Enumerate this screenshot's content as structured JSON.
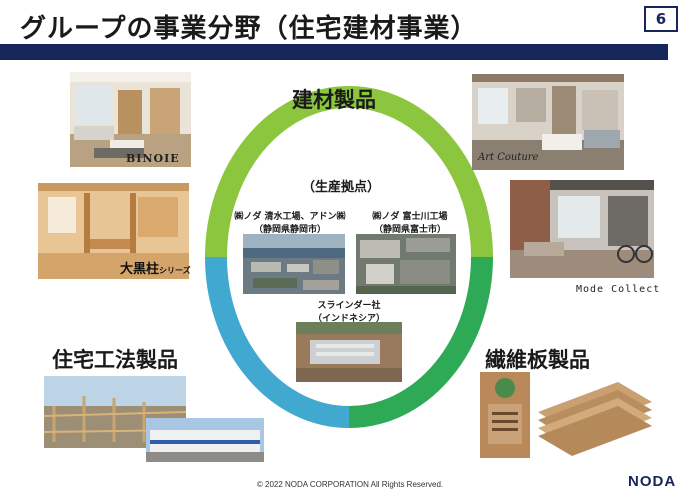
{
  "header": {
    "title": "グループの事業分野（住宅建材事業）",
    "page_number": "6"
  },
  "center": {
    "heading": "（生産拠点）",
    "site1": {
      "line1": "㈱ノダ 清水工場、アドン㈱",
      "line2": "（静岡県静岡市）"
    },
    "site2": {
      "line1": "㈱ノダ 富士川工場",
      "line2": "（静岡県富士市）"
    },
    "site3": {
      "line1": "スラインダー社",
      "line2": "（インドネシア）"
    }
  },
  "categories": {
    "building_materials": "建材製品",
    "housing_method": "住宅工法製品",
    "fiberboard": "繊維板製品"
  },
  "brands": {
    "binoie": "BINOIE",
    "art_couture": "Art Couture",
    "daikuchou": "大黒柱",
    "daikuchou_series": "シリーズ",
    "mode_collect": "Mode Collect"
  },
  "colors": {
    "navy": "#16265a",
    "ring_green_light": "#8cc63f",
    "ring_green_dark": "#2eaa57",
    "ring_blue": "#41a8d0"
  },
  "footer": {
    "copyright": "© 2022 NODA CORPORATION All Rights Reserved.",
    "logo": "NODA"
  }
}
